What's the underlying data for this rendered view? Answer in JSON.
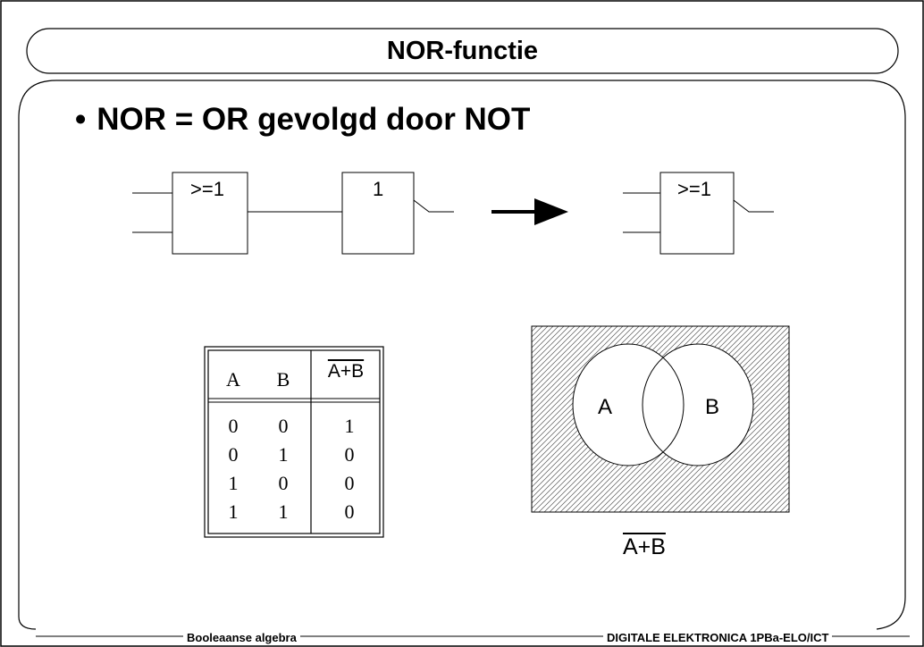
{
  "slide": {
    "title": "NOR-functie",
    "bullet": "NOR = OR gevolgd door NOT"
  },
  "gates": {
    "or_label": ">=1",
    "not_label": "1",
    "nor_label": ">=1"
  },
  "truth_table": {
    "col_a": "A",
    "col_b": "B",
    "col_out": "A+B",
    "rows": [
      {
        "a": "0",
        "b": "0",
        "out": "1"
      },
      {
        "a": "0",
        "b": "1",
        "out": "0"
      },
      {
        "a": "1",
        "b": "0",
        "out": "0"
      },
      {
        "a": "1",
        "b": "1",
        "out": "0"
      }
    ]
  },
  "venn": {
    "label_a": "A",
    "label_b": "B",
    "expression": "A+B"
  },
  "footer": {
    "left": "Booleaanse algebra",
    "right": "DIGITALE ELEKTRONICA 1PBa-ELO/ICT"
  }
}
